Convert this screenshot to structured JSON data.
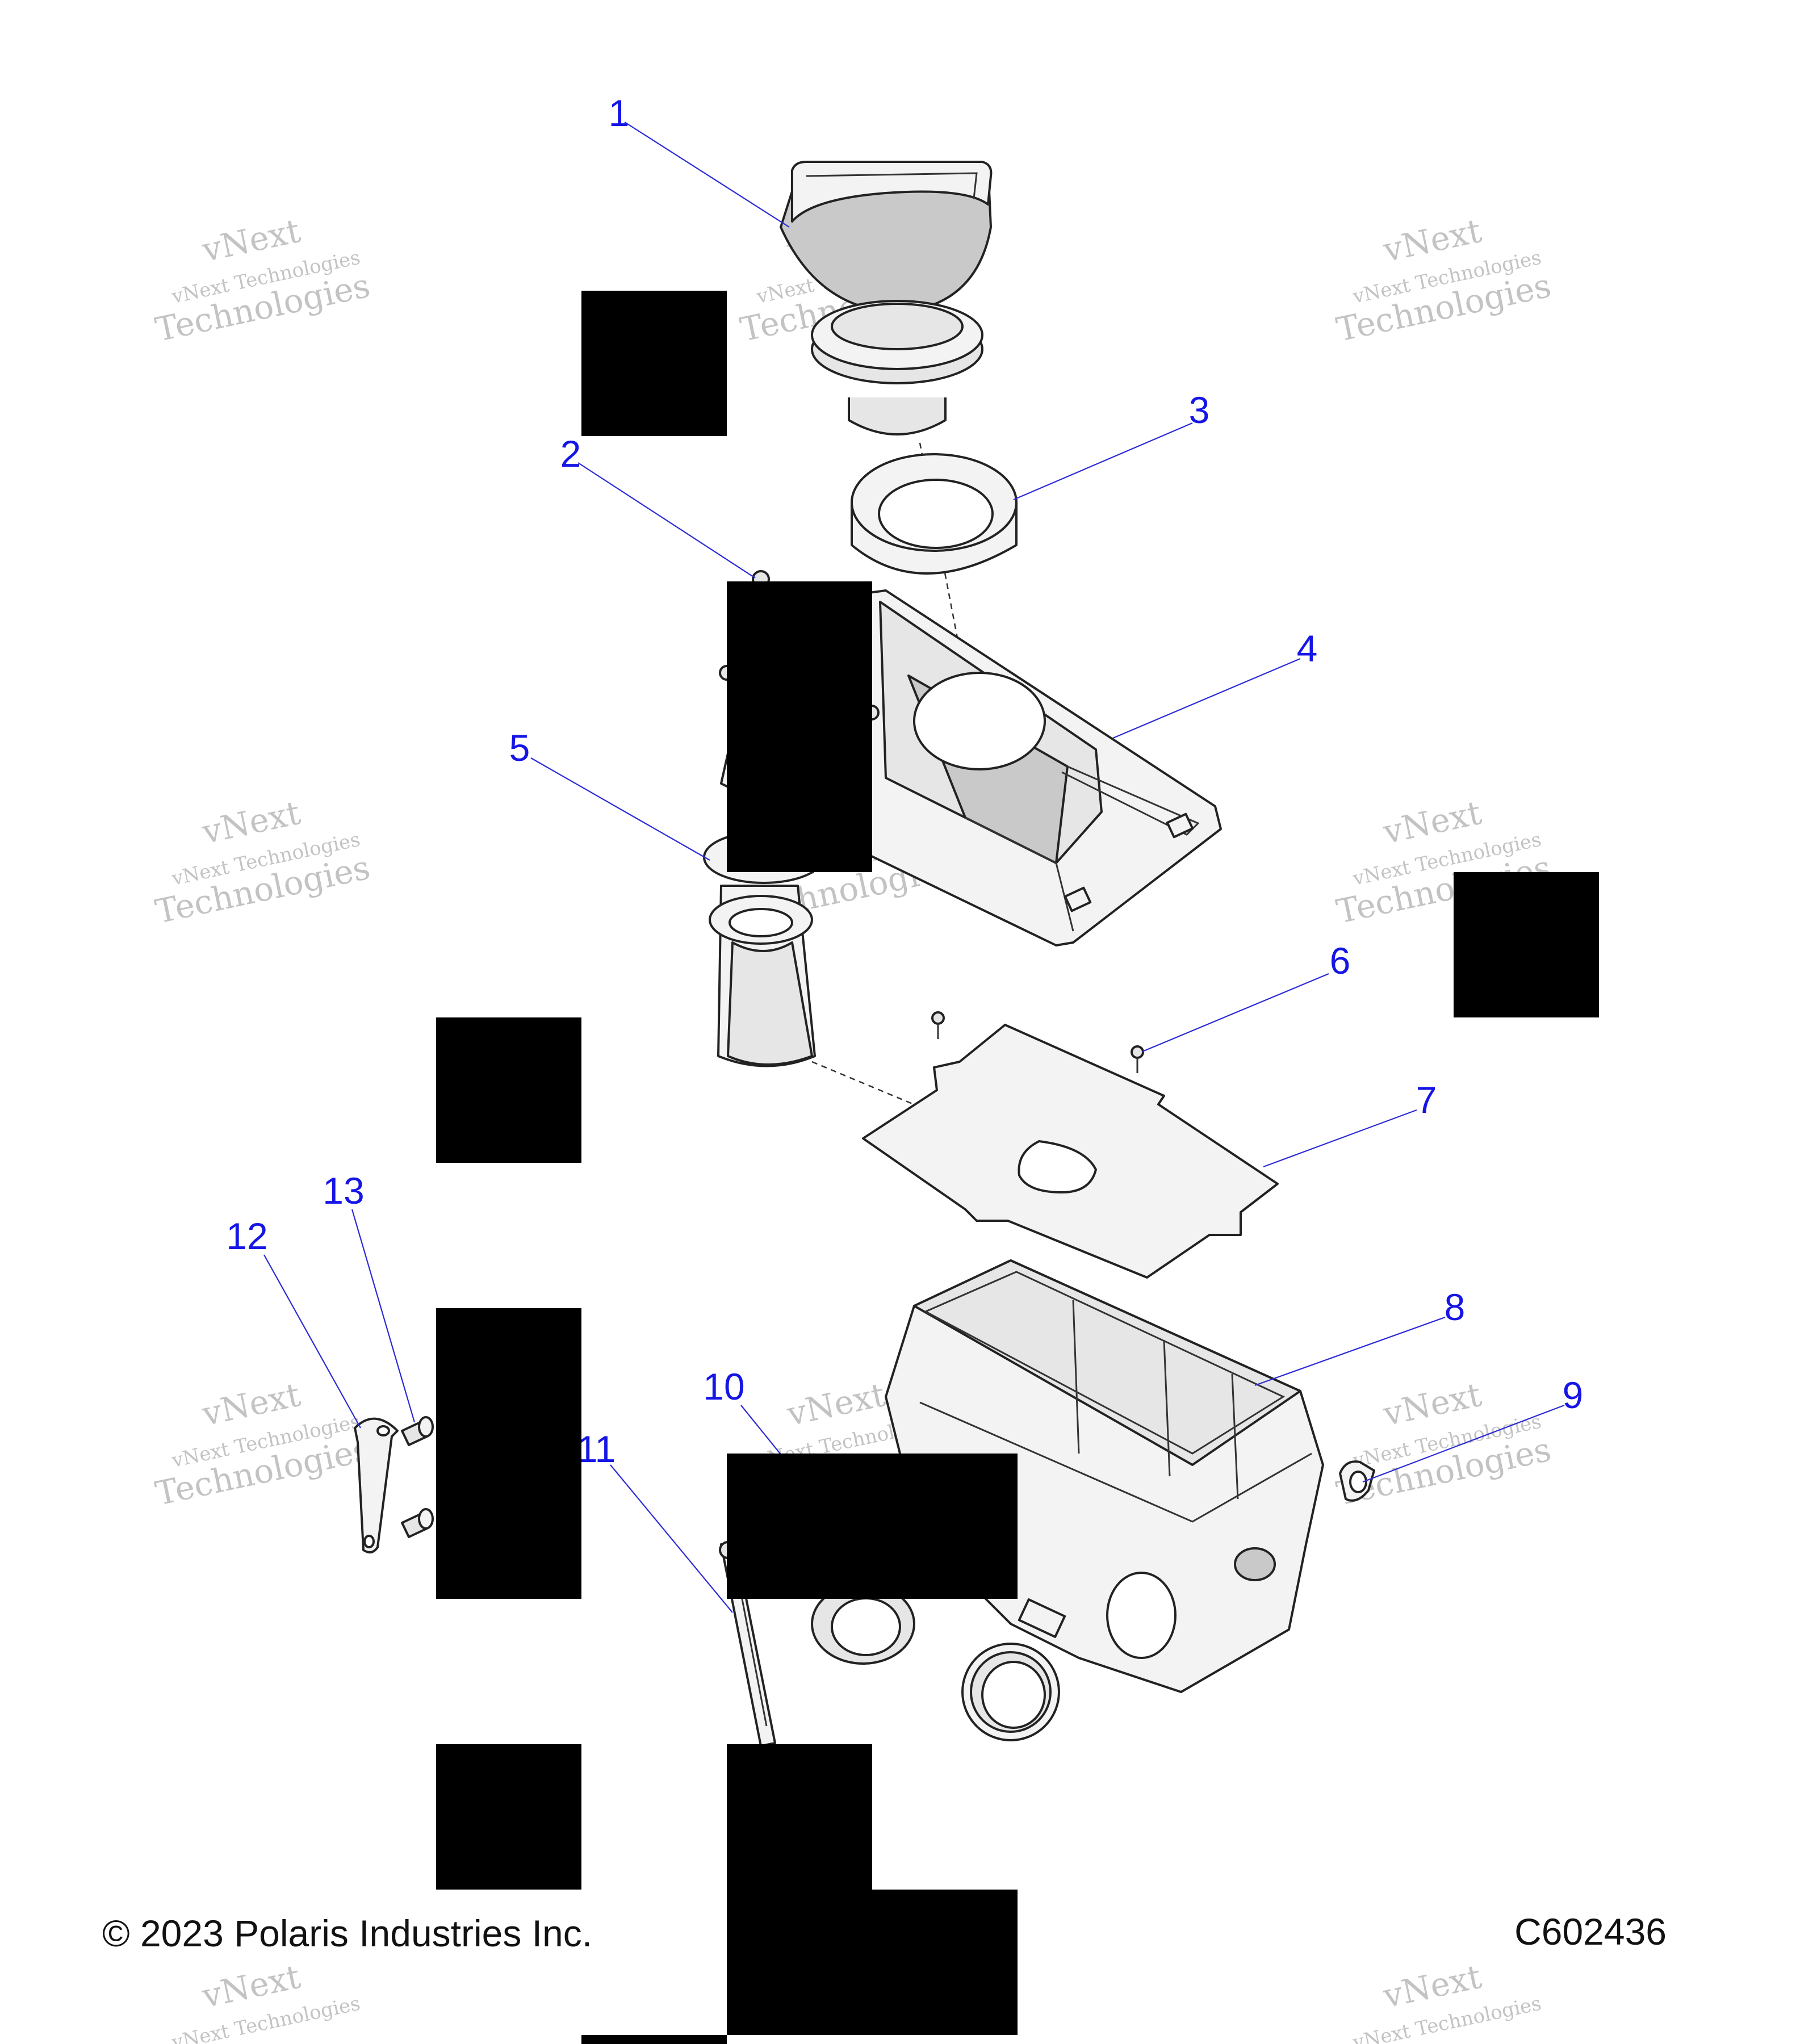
{
  "callouts": [
    {
      "n": "1"
    },
    {
      "n": "2"
    },
    {
      "n": "3"
    },
    {
      "n": "4"
    },
    {
      "n": "5"
    },
    {
      "n": "6"
    },
    {
      "n": "7"
    },
    {
      "n": "8"
    },
    {
      "n": "9"
    },
    {
      "n": "10"
    },
    {
      "n": "11"
    },
    {
      "n": "12"
    },
    {
      "n": "13"
    }
  ],
  "watermark": {
    "line1": "vNext",
    "line2": "vNext Technologies",
    "line3": "Technologies"
  },
  "footer": {
    "copyright": "© 2023 Polaris Industries Inc.",
    "code": "C602436"
  },
  "colors": {
    "callout": "#1515e6",
    "leader": "#2b2bd8",
    "redaction": "#000000"
  }
}
